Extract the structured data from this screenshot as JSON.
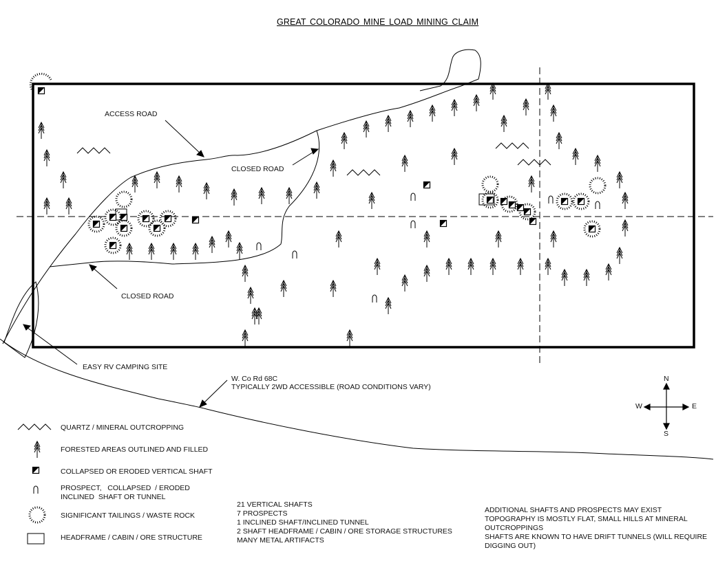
{
  "title": "GREAT COLORADO  MINE      LOAD MINING  CLAIM",
  "map": {
    "labels": {
      "access_road": "ACCESS  ROAD",
      "closed_road_upper": "CLOSED  ROAD",
      "closed_road_lower": "CLOSED  ROAD",
      "rv_site": "EASY RV CAMPING  SITE",
      "county_road_name": "W. Co Rd 68C",
      "county_road_note": "TYPICALLY  2WD ACCESSIBLE   (ROAD CONDITIONS   VARY)"
    },
    "compass": {
      "n": "N",
      "s": "S",
      "e": "E",
      "w": "W"
    },
    "trees": [
      [
        60,
        190
      ],
      [
        68,
        230
      ],
      [
        92,
        262
      ],
      [
        68,
        300
      ],
      [
        100,
        300
      ],
      [
        196,
        268
      ],
      [
        228,
        262
      ],
      [
        260,
        268
      ],
      [
        300,
        278
      ],
      [
        340,
        287
      ],
      [
        380,
        285
      ],
      [
        420,
        285
      ],
      [
        460,
        277
      ],
      [
        484,
        245
      ],
      [
        500,
        205
      ],
      [
        532,
        188
      ],
      [
        564,
        180
      ],
      [
        596,
        173
      ],
      [
        628,
        165
      ],
      [
        660,
        157
      ],
      [
        692,
        150
      ],
      [
        716,
        133
      ],
      [
        188,
        366
      ],
      [
        220,
        366
      ],
      [
        252,
        366
      ],
      [
        284,
        366
      ],
      [
        308,
        356
      ],
      [
        332,
        348
      ],
      [
        356,
        398
      ],
      [
        364,
        430
      ],
      [
        412,
        420
      ],
      [
        376,
        460
      ],
      [
        370,
        460
      ],
      [
        356,
        492
      ],
      [
        348,
        365
      ],
      [
        492,
        348
      ],
      [
        484,
        420
      ],
      [
        508,
        492
      ],
      [
        548,
        388
      ],
      [
        564,
        445
      ],
      [
        588,
        412
      ],
      [
        620,
        348
      ],
      [
        620,
        398
      ],
      [
        652,
        388
      ],
      [
        684,
        388
      ],
      [
        716,
        388
      ],
      [
        756,
        388
      ],
      [
        732,
        180
      ],
      [
        764,
        156
      ],
      [
        588,
        238
      ],
      [
        660,
        228
      ],
      [
        540,
        292
      ],
      [
        796,
        133
      ],
      [
        804,
        165
      ],
      [
        812,
        205
      ],
      [
        836,
        228
      ],
      [
        868,
        238
      ],
      [
        900,
        262
      ],
      [
        908,
        292
      ],
      [
        908,
        332
      ],
      [
        900,
        372
      ],
      [
        884,
        396
      ],
      [
        852,
        404
      ],
      [
        820,
        404
      ],
      [
        796,
        388
      ],
      [
        804,
        348
      ],
      [
        772,
        268
      ],
      [
        724,
        348
      ]
    ],
    "outcrops": [
      [
        112,
        215
      ],
      [
        504,
        247
      ],
      [
        720,
        208
      ],
      [
        752,
        232
      ]
    ],
    "shafts": [
      [
        60,
        132
      ],
      [
        140,
        326
      ],
      [
        164,
        316
      ],
      [
        180,
        316
      ],
      [
        180,
        332
      ],
      [
        164,
        357
      ],
      [
        212,
        318
      ],
      [
        244,
        318
      ],
      [
        228,
        332
      ],
      [
        284,
        320
      ],
      [
        620,
        269
      ],
      [
        644,
        325
      ],
      [
        712,
        291
      ],
      [
        732,
        293
      ],
      [
        744,
        298
      ],
      [
        756,
        302
      ],
      [
        766,
        308
      ],
      [
        774,
        322
      ],
      [
        820,
        293
      ],
      [
        844,
        293
      ],
      [
        860,
        333
      ]
    ],
    "prospects": [
      [
        376,
        358
      ],
      [
        600,
        286
      ],
      [
        600,
        326
      ],
      [
        428,
        370
      ],
      [
        544,
        434
      ],
      [
        800,
        290
      ],
      [
        868,
        298
      ]
    ],
    "tailings": [
      [
        140,
        326
      ],
      [
        164,
        316
      ],
      [
        180,
        290
      ],
      [
        180,
        332
      ],
      [
        164,
        357
      ],
      [
        212,
        318
      ],
      [
        244,
        318
      ],
      [
        228,
        332
      ],
      [
        712,
        268
      ],
      [
        712,
        291
      ],
      [
        740,
        297
      ],
      [
        766,
        308
      ],
      [
        820,
        293
      ],
      [
        844,
        293
      ],
      [
        868,
        270
      ],
      [
        860,
        333
      ]
    ],
    "structures": [
      [
        168,
        304,
        16,
        16
      ],
      [
        696,
        282,
        22,
        16
      ]
    ]
  },
  "legend": [
    {
      "icon": "outcrop",
      "label": "QUARTZ / MINERAL  OUTCROPPING"
    },
    {
      "icon": "tree",
      "label": "FORESTED   AREAS OUTLINED   AND FILLED"
    },
    {
      "icon": "shaft",
      "label": "COLLAPSED  OR ERODED   VERTICAL  SHAFT"
    },
    {
      "icon": "prospect",
      "label": "PROSPECT,   COLLAPSED  / ERODED\nINCLINED  SHAFT OR TUNNEL"
    },
    {
      "icon": "tailings",
      "label": "SIGNIFICANT   TAILINGS / WASTE ROCK"
    },
    {
      "icon": "structure",
      "label": "HEADFRAME   / CABIN / ORE  STRUCTURE"
    }
  ],
  "summary": [
    "21 VERTICAL  SHAFTS",
    "7 PROSPECTS",
    "1 INCLINED   SHAFT/INCLINED   TUNNEL",
    "2 SHAFT HEADFRAME   / CABIN / ORE  STORAGE  STRUCTURES",
    "MANY METAL ARTIFACTS"
  ],
  "notes": [
    "ADDITIONAL  SHAFTS AND PROSPECTS  MAY EXIST",
    "TOPOGRAPHY  IS  MOSTLY FLAT, SMALL HILLS  AT MINERAL OUTCROPPINGS",
    "SHAFTS ARE KNOWN  TO HAVE DRIFT  TUNNELS  (WILL REQUIRE DIGGING  OUT)"
  ]
}
